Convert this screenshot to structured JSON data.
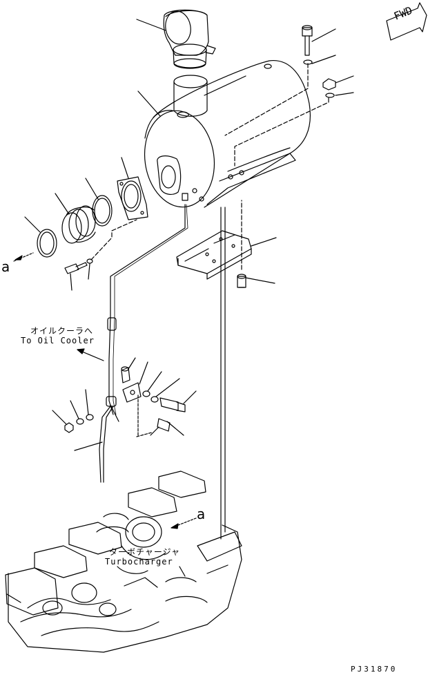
{
  "labels": {
    "oil_cooler_jp": "オイルクーラへ",
    "oil_cooler_en": "To Oil Cooler",
    "turbo_jp": "ターボチャージャ",
    "turbo_en": "Turbocharger",
    "ref_a_left": "a",
    "ref_a_turbo": "a",
    "fwd": "FWD",
    "drawing_code": "PJ31870"
  }
}
